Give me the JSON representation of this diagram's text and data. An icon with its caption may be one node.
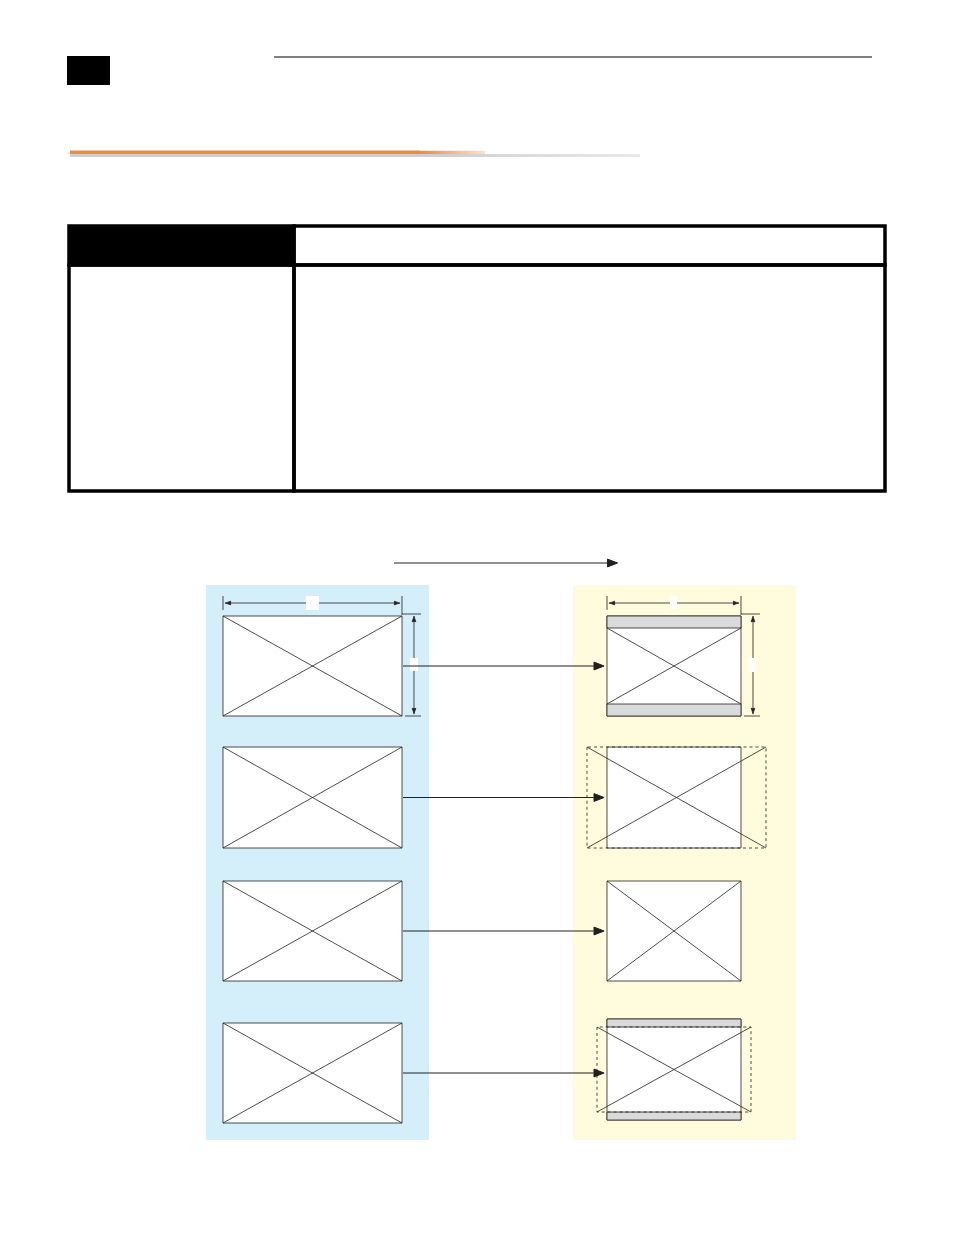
{
  "diagram": {
    "nodes": [
      {
        "text": [],
        "shape": "box"
      },
      {
        "text": [],
        "shape": "box",
        "in": 0
      },
      {
        "text": [],
        "shape": "box",
        "in": 0
      },
      {
        "text": [],
        "shape": "box",
        "in": 0
      },
      {
        "text": [],
        "shape": "box",
        "in": 0
      },
      {
        "text": [],
        "shape": "box"
      },
      {
        "text": [],
        "shape": "box",
        "in": 5
      },
      {
        "text": [],
        "shape": "box",
        "in": 5
      },
      {
        "text": [],
        "shape": "box",
        "in": 5
      },
      {
        "text": [],
        "shape": "box",
        "in": 5
      }
    ],
    "edges": [
      {
        "from": 1,
        "to": 6,
        "arrow": "to"
      },
      {
        "from": 2,
        "to": 7,
        "arrow": "to"
      },
      {
        "from": 3,
        "to": 8,
        "arrow": "to"
      },
      {
        "from": 4,
        "to": 9,
        "arrow": "to"
      }
    ]
  }
}
